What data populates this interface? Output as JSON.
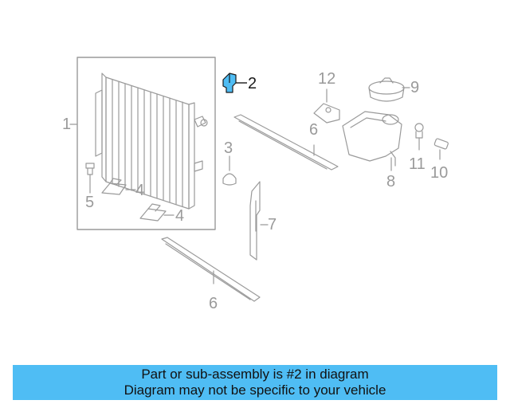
{
  "diagram": {
    "callouts": {
      "c1": "1",
      "c2": "2",
      "c3": "3",
      "c4a": "4",
      "c4b": "4",
      "c5": "5",
      "c6a": "6",
      "c6b": "6",
      "c7": "7",
      "c8": "8",
      "c9": "9",
      "c10": "10",
      "c11": "11",
      "c12": "12"
    },
    "highlight_part": "2",
    "highlight_color": "#4fbdf4",
    "line_color": "#9a9a9a"
  },
  "banner": {
    "line1": "Part or sub-assembly is #2 in diagram",
    "line2": "Diagram may not be specific to your vehicle",
    "color": "#4fbdf4"
  }
}
